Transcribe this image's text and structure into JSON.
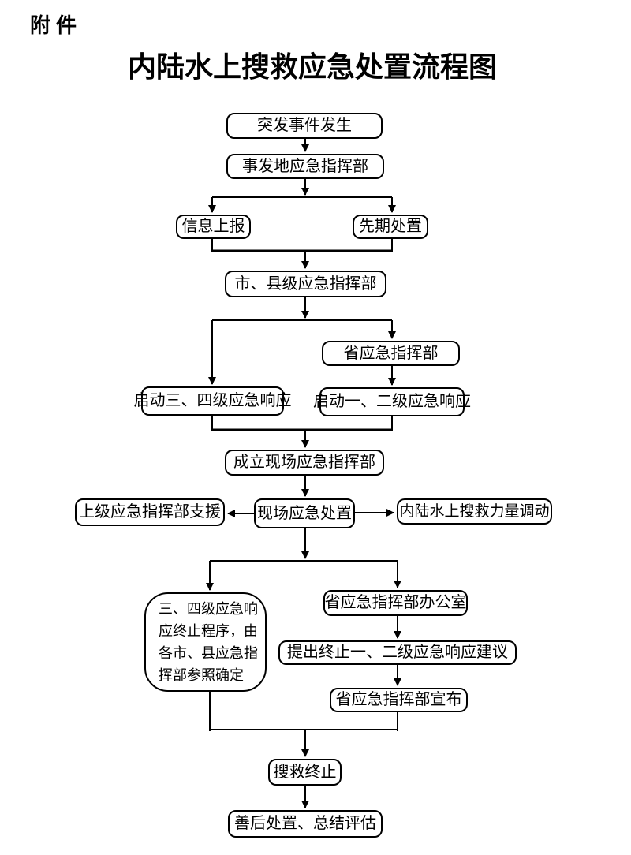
{
  "page": {
    "attachment_label": "附件",
    "title": "内陆水上搜救应急处置流程图"
  },
  "nodes": {
    "event_occurs": "突发事件发生",
    "local_hq": "事发地应急指挥部",
    "info_report": "信息上报",
    "initial_disposal": "先期处置",
    "city_county_hq": "市、县级应急指挥部",
    "provincial_hq": "省应急指挥部",
    "activate_level_3_4": "启动三、四级应急响应",
    "activate_level_1_2": "启动一、二级应急响应",
    "establish_onsite_hq": "成立现场应急指挥部",
    "onsite_disposal": "现场应急处置",
    "superior_support": "上级应急指挥部支援",
    "sar_force_mobilization": "内陆水上搜救力量调动",
    "level_3_4_termination": "三、四级应急响\n应终止程序，由\n各市、县应急指\n挥部参照确定",
    "provincial_office": "省应急指挥部办公室",
    "propose_termination": "提出终止一、二级应急响应建议",
    "provincial_announce": "省应急指挥部宣布",
    "sar_terminated": "搜救终止",
    "aftermath": "善后处置、总结评估"
  },
  "colors": {
    "line": "#000000",
    "background": "#ffffff",
    "text": "#000000"
  }
}
